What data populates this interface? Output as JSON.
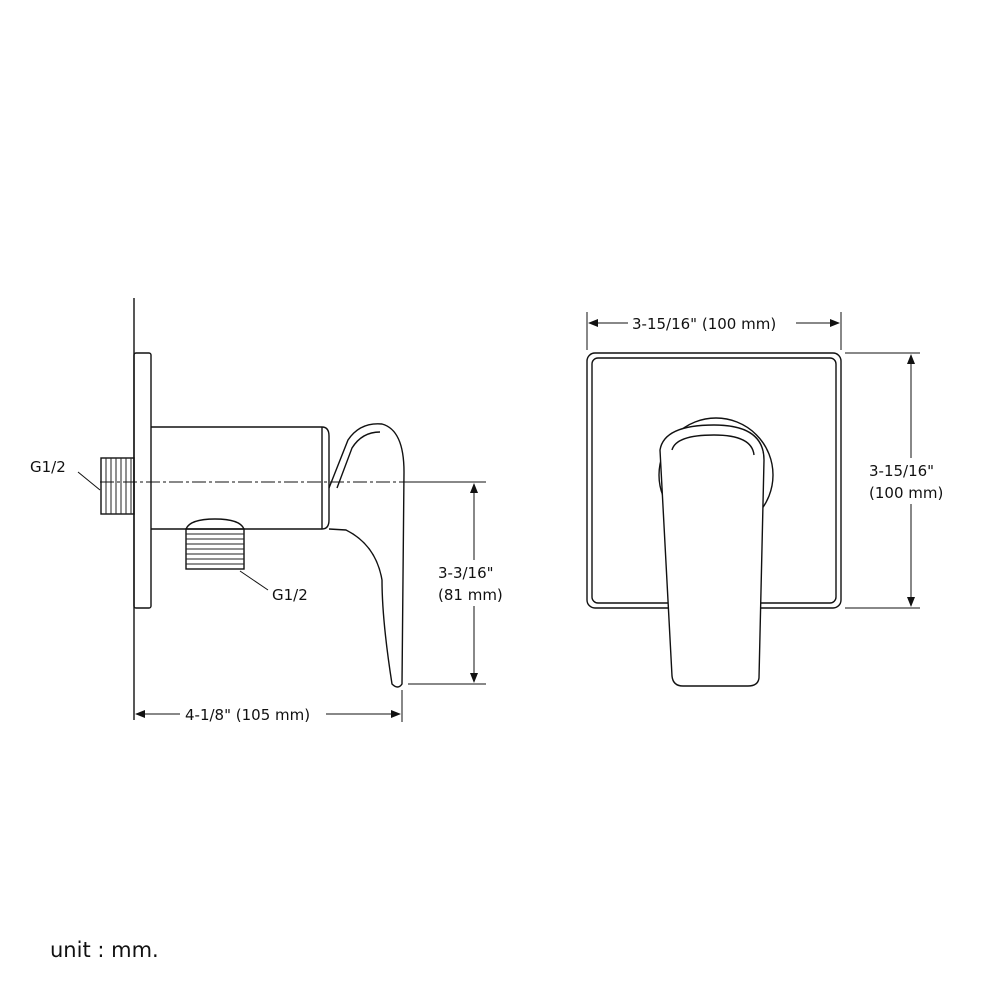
{
  "labels": {
    "thread_left": "G1/2",
    "thread_bottom": "G1/2",
    "height_in": "3-3/16\"",
    "height_mm": "(81 mm)",
    "depth": "4-1/8\" (105 mm)",
    "front_width": "3-15/16\" (100 mm)",
    "front_height_in": "3-15/16\"",
    "front_height_mm": "(100 mm)",
    "unit": "unit : mm."
  }
}
